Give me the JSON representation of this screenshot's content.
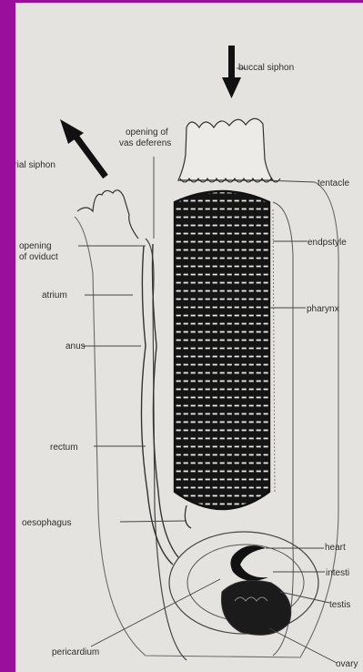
{
  "colors": {
    "frame": "#9b0f9d",
    "paper": "#e4e3df",
    "ink": "#2d2d2d"
  },
  "labels": {
    "buccal_siphon": "buccal siphon",
    "opening_vas_1": "opening of",
    "opening_vas_2": "vas deferens",
    "atrial_siphon": "atrial siphon",
    "tentacle": "tentacle",
    "opening_oviduct_1": "opening",
    "opening_oviduct_2": "of oviduct",
    "endostyle": "endpstyle",
    "atrium": "atrium",
    "pharynx": "pharynx",
    "anus": "anus",
    "rectum": "rectum",
    "oesophagus": "oesophagus",
    "heart": "heart",
    "intestine": "intesti",
    "testis": "testis",
    "pericardium": "pericardium",
    "ovary": "ovary"
  },
  "arrows": {
    "inflow": "buccal-inflow-arrow",
    "outflow": "atrial-outflow-arrow"
  }
}
